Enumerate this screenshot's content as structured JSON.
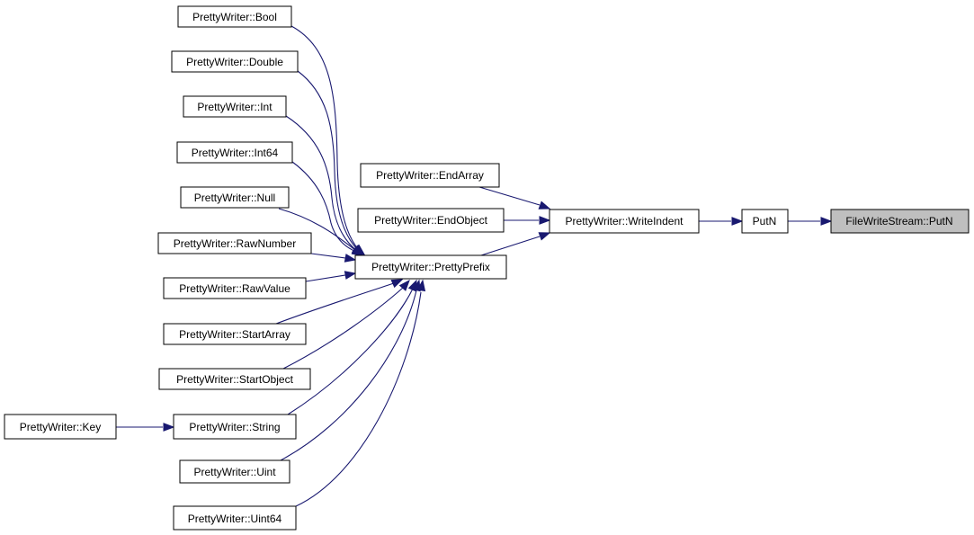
{
  "diagram": {
    "colors": {
      "edge": "#191970",
      "node_border": "#000000",
      "node_fill": "#ffffff",
      "highlight_fill": "#bfbfbf"
    },
    "nodes": {
      "bool": {
        "label": "PrettyWriter::Bool"
      },
      "double": {
        "label": "PrettyWriter::Double"
      },
      "int": {
        "label": "PrettyWriter::Int"
      },
      "int64": {
        "label": "PrettyWriter::Int64"
      },
      "null": {
        "label": "PrettyWriter::Null"
      },
      "rawnumber": {
        "label": "PrettyWriter::RawNumber"
      },
      "rawvalue": {
        "label": "PrettyWriter::RawValue"
      },
      "startarray": {
        "label": "PrettyWriter::StartArray"
      },
      "startobject": {
        "label": "PrettyWriter::StartObject"
      },
      "key": {
        "label": "PrettyWriter::Key"
      },
      "string": {
        "label": "PrettyWriter::String"
      },
      "uint": {
        "label": "PrettyWriter::Uint"
      },
      "uint64": {
        "label": "PrettyWriter::Uint64"
      },
      "endarray": {
        "label": "PrettyWriter::EndArray"
      },
      "endobject": {
        "label": "PrettyWriter::EndObject"
      },
      "prettyprefix": {
        "label": "PrettyWriter::PrettyPrefix"
      },
      "writeindent": {
        "label": "PrettyWriter::WriteIndent"
      },
      "putn": {
        "label": "PutN"
      },
      "filewrite": {
        "label": "FileWriteStream::PutN",
        "highlighted": true
      }
    },
    "edges": [
      {
        "from": "bool",
        "to": "prettyprefix"
      },
      {
        "from": "double",
        "to": "prettyprefix"
      },
      {
        "from": "int",
        "to": "prettyprefix"
      },
      {
        "from": "int64",
        "to": "prettyprefix"
      },
      {
        "from": "null",
        "to": "prettyprefix"
      },
      {
        "from": "rawnumber",
        "to": "prettyprefix"
      },
      {
        "from": "rawvalue",
        "to": "prettyprefix"
      },
      {
        "from": "startarray",
        "to": "prettyprefix"
      },
      {
        "from": "startobject",
        "to": "prettyprefix"
      },
      {
        "from": "string",
        "to": "prettyprefix"
      },
      {
        "from": "uint",
        "to": "prettyprefix"
      },
      {
        "from": "uint64",
        "to": "prettyprefix"
      },
      {
        "from": "key",
        "to": "string"
      },
      {
        "from": "endarray",
        "to": "writeindent"
      },
      {
        "from": "endobject",
        "to": "writeindent"
      },
      {
        "from": "prettyprefix",
        "to": "writeindent"
      },
      {
        "from": "writeindent",
        "to": "putn"
      },
      {
        "from": "putn",
        "to": "filewrite"
      }
    ]
  }
}
